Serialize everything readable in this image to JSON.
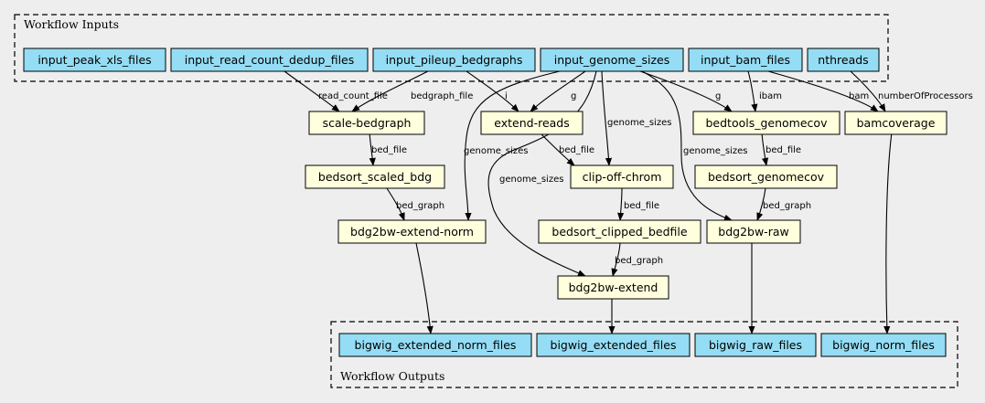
{
  "clusters": {
    "inputs_label": "Workflow Inputs",
    "outputs_label": "Workflow Outputs"
  },
  "inputs": {
    "peak_xls": "input_peak_xls_files",
    "read_count_dedup": "input_read_count_dedup_files",
    "pileup_bedgraphs": "input_pileup_bedgraphs",
    "genome_sizes": "input_genome_sizes",
    "bam_files": "input_bam_files",
    "nthreads": "nthreads"
  },
  "steps": {
    "scale_bedgraph": "scale-bedgraph",
    "extend_reads": "extend-reads",
    "bedtools_genomecov": "bedtools_genomecov",
    "bamcoverage": "bamcoverage",
    "bedsort_scaled_bdg": "bedsort_scaled_bdg",
    "clip_off_chrom": "clip-off-chrom",
    "bedsort_genomecov": "bedsort_genomecov",
    "bdg2bw_extend_norm": "bdg2bw-extend-norm",
    "bedsort_clipped_bedfile": "bedsort_clipped_bedfile",
    "bdg2bw_raw": "bdg2bw-raw",
    "bdg2bw_extend": "bdg2bw-extend"
  },
  "outputs": {
    "extended_norm": "bigwig_extended_norm_files",
    "extended": "bigwig_extended_files",
    "raw": "bigwig_raw_files",
    "norm": "bigwig_norm_files"
  },
  "edge_labels": {
    "read_count_file": "read_count_file",
    "bedgraph_file": "bedgraph_file",
    "extend_i": "i",
    "extend_g": "g",
    "genomecov_g": "g",
    "ibam": "ibam",
    "bam": "bam",
    "number_of_processors": "numberOfProcessors",
    "genome_sizes_norm": "genome_sizes",
    "genome_sizes_clip": "genome_sizes",
    "genome_sizes_extend": "genome_sizes",
    "genome_sizes_raw": "genome_sizes",
    "bed_file_scale": "bed_file",
    "bed_file_extend": "bed_file",
    "bed_file_genomecov": "bed_file",
    "bed_file_clip": "bed_file",
    "bed_graph_norm": "bed_graph",
    "bed_graph_raw": "bed_graph",
    "bed_graph_extend": "bed_graph"
  }
}
